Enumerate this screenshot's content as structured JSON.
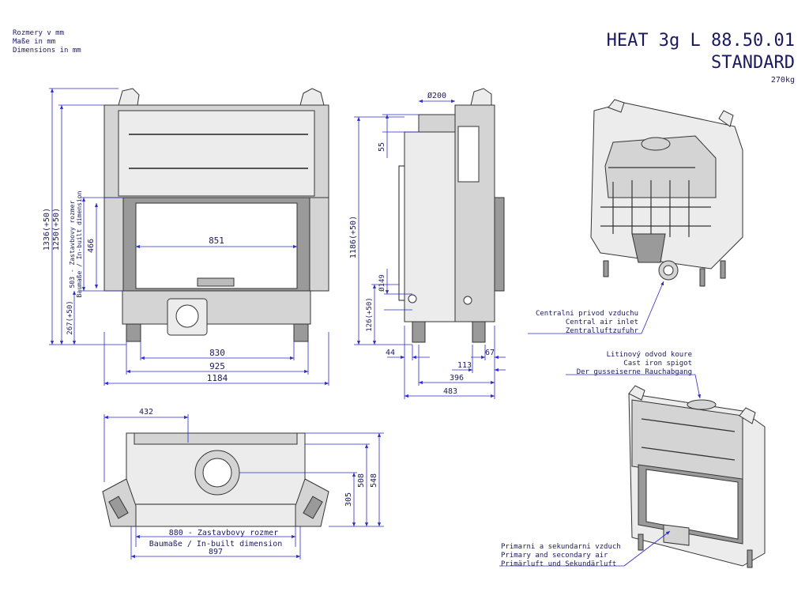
{
  "units": {
    "cz": "Rozmery v mm",
    "de": "Maße in mm",
    "en": "Dimensions in mm"
  },
  "title": {
    "model": "HEAT 3g L 88.50.01",
    "variant": "STANDARD",
    "weight": "270kg"
  },
  "front": {
    "d1336": "1336(+50)",
    "d1250": "1250(+50)",
    "d503": "503 - Zastavbovy rozmer",
    "d503b": "Baumaße / In-built dimension",
    "d466": "466",
    "d267": "267(+50)",
    "d851": "851",
    "d830": "830",
    "d925": "925",
    "d1184": "1184"
  },
  "side": {
    "d200": "Ø200",
    "d55": "55",
    "d1186": "1186(+50)",
    "d126": "126(+50)",
    "d149": "Ø149",
    "d44": "44",
    "d67": "67",
    "d113": "113",
    "d396": "396",
    "d483": "483"
  },
  "top": {
    "d432": "432",
    "d508": "508",
    "d548": "548",
    "d305": "305",
    "d880": "880 - Zastavbovy rozmer",
    "d880b": "Baumaße / In-built dimension",
    "d897": "897"
  },
  "notes": {
    "air1": "Centralni privod vzduchu",
    "air2": "Central air inlet",
    "air3": "Zentralluftzufuhr",
    "spig1": "Litinový odvod koure",
    "spig2": "Cast iron spigot",
    "spig3": "Der gusseiserne Rauchabgang",
    "prim1": "Primarni a sekundarni vzduch",
    "prim2": "Primary and secondary air",
    "prim3": "Primärluft und Sekundärluft"
  }
}
